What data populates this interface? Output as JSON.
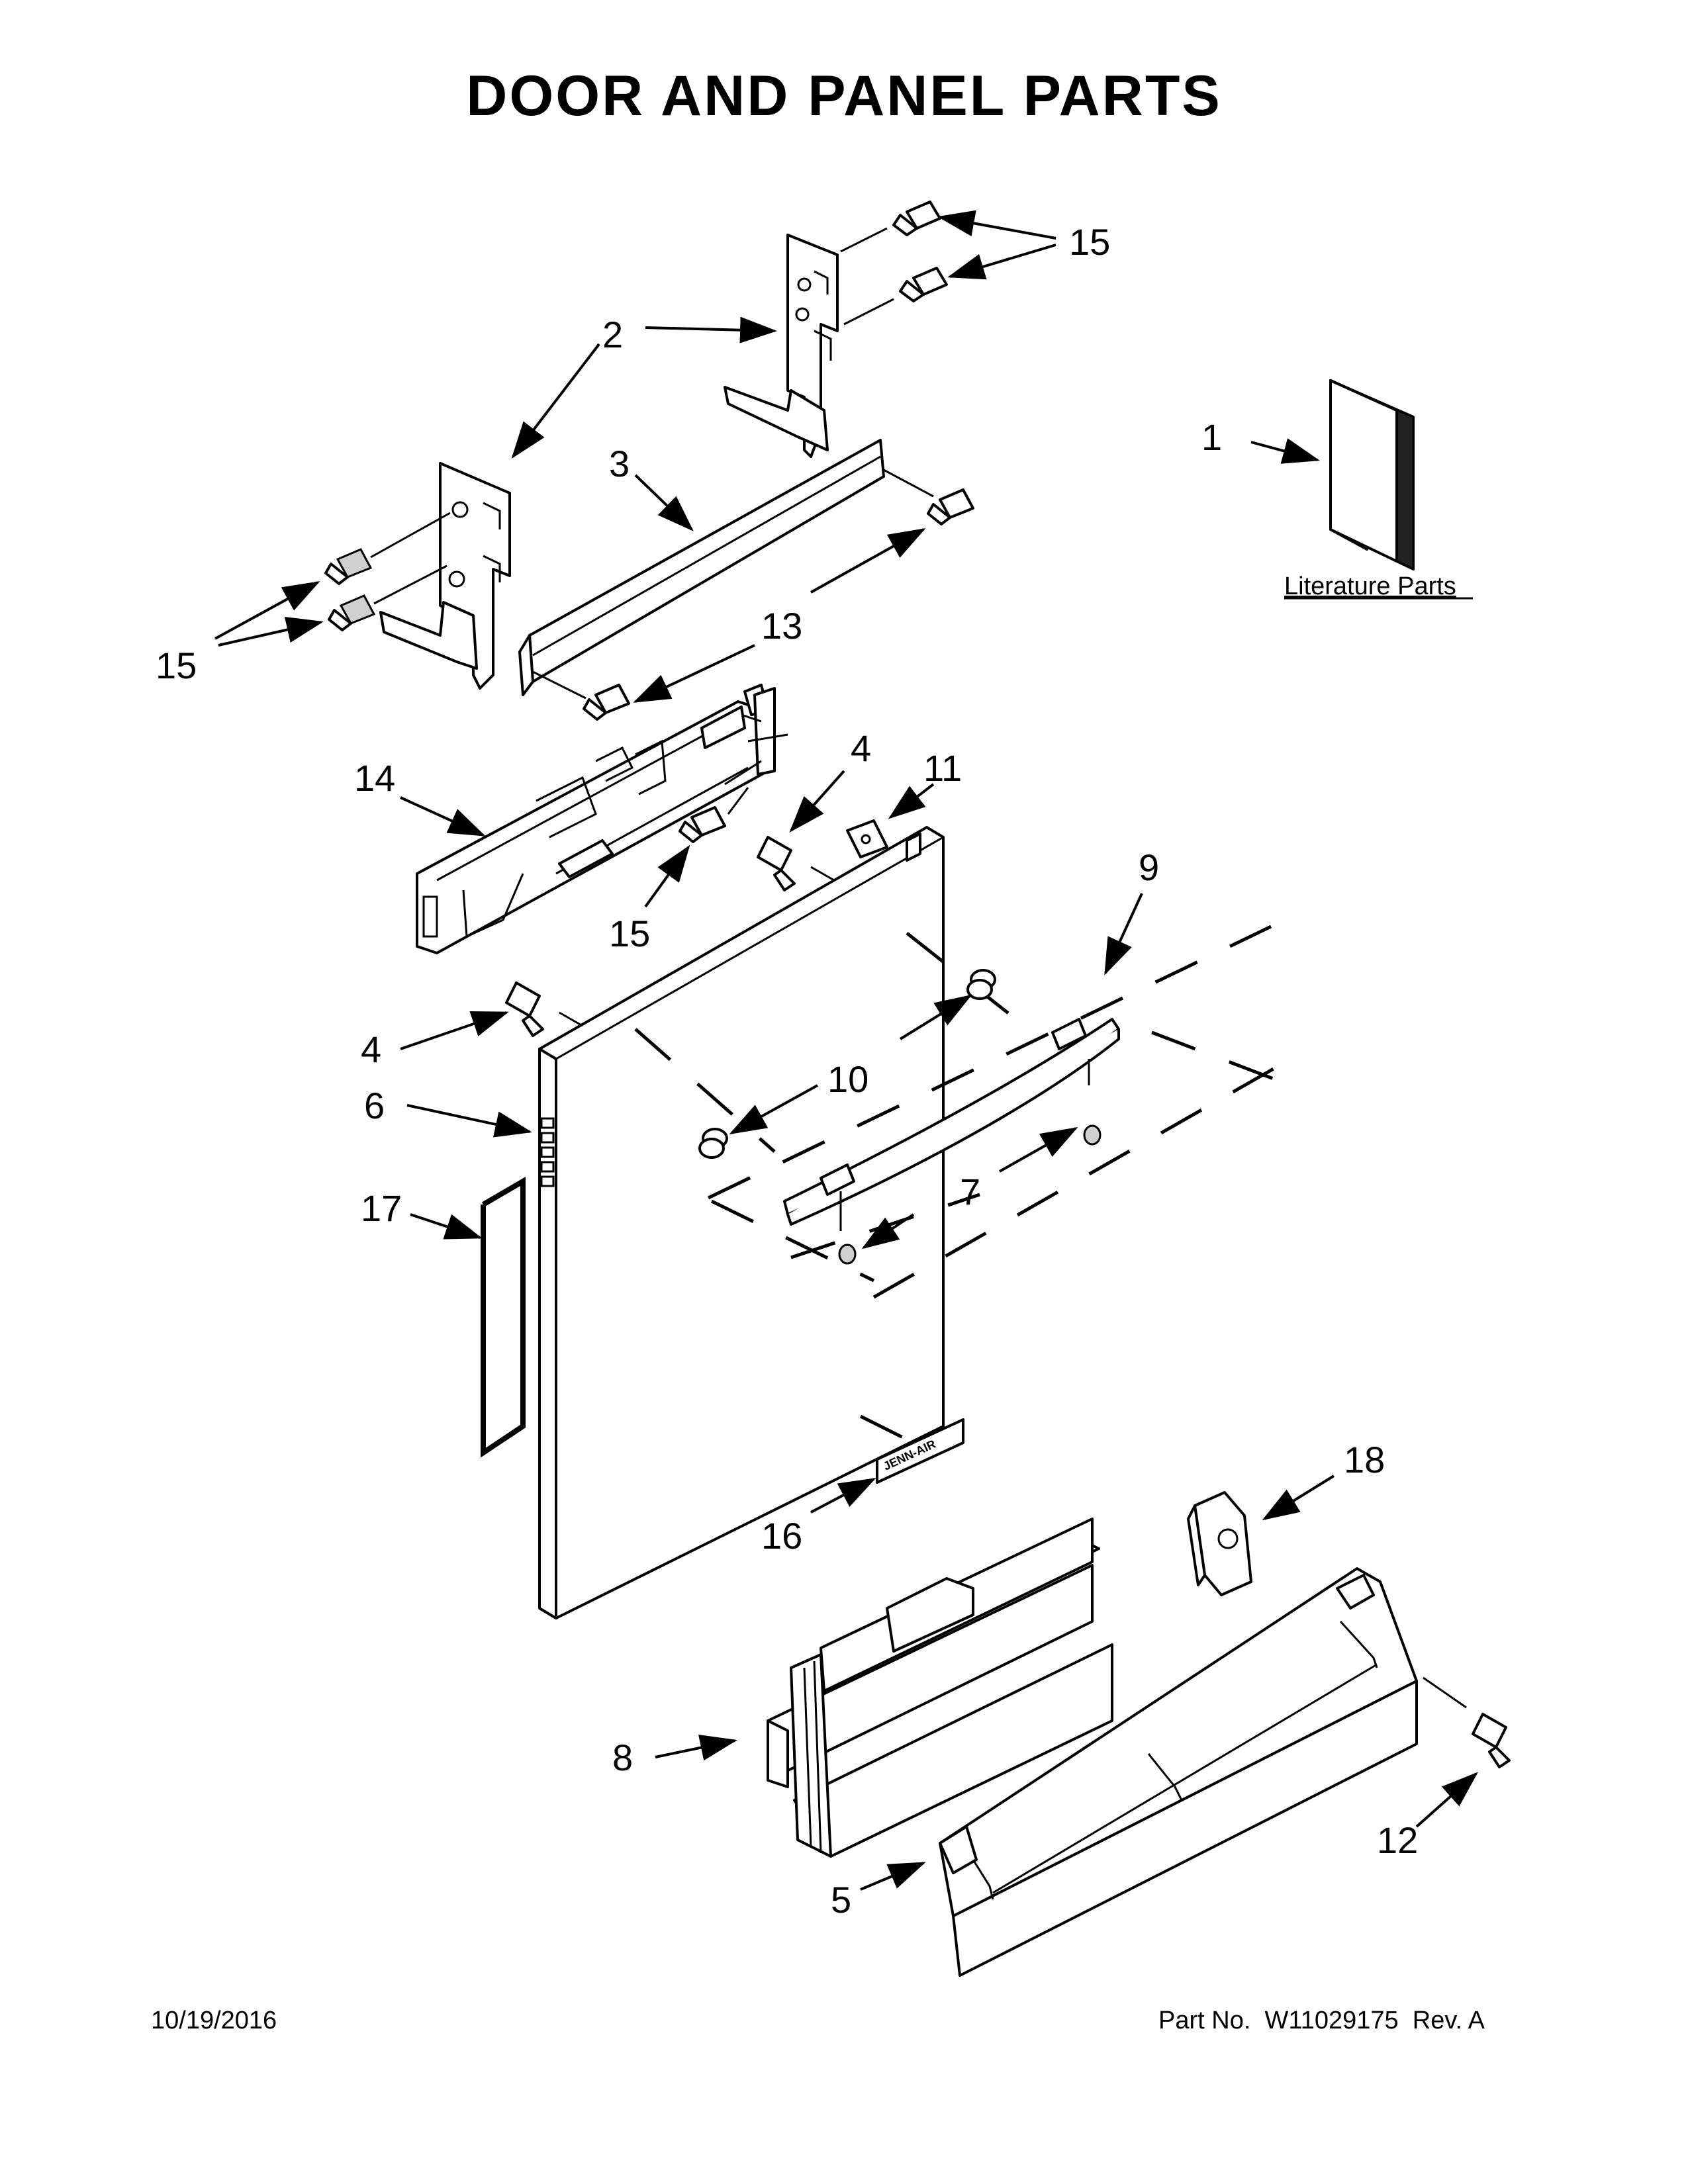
{
  "title": "DOOR AND PANEL PARTS",
  "literature_label": "Literature Parts",
  "footer": {
    "date": "10/19/2016",
    "part_no_label": "Part No.",
    "part_no": "W11029175",
    "rev_label": "Rev.",
    "rev": "A"
  },
  "brand_badge": "JENN-AIR",
  "callouts": {
    "c1": "1",
    "c2": "2",
    "c3": "3",
    "c4a": "4",
    "c4b": "4",
    "c5": "5",
    "c6": "6",
    "c7": "7",
    "c8": "8",
    "c9": "9",
    "c10": "10",
    "c11": "11",
    "c12": "12",
    "c13": "13",
    "c14": "14",
    "c15a": "15",
    "c15b": "15",
    "c15c": "15",
    "c16": "16",
    "c17": "17",
    "c18": "18"
  }
}
